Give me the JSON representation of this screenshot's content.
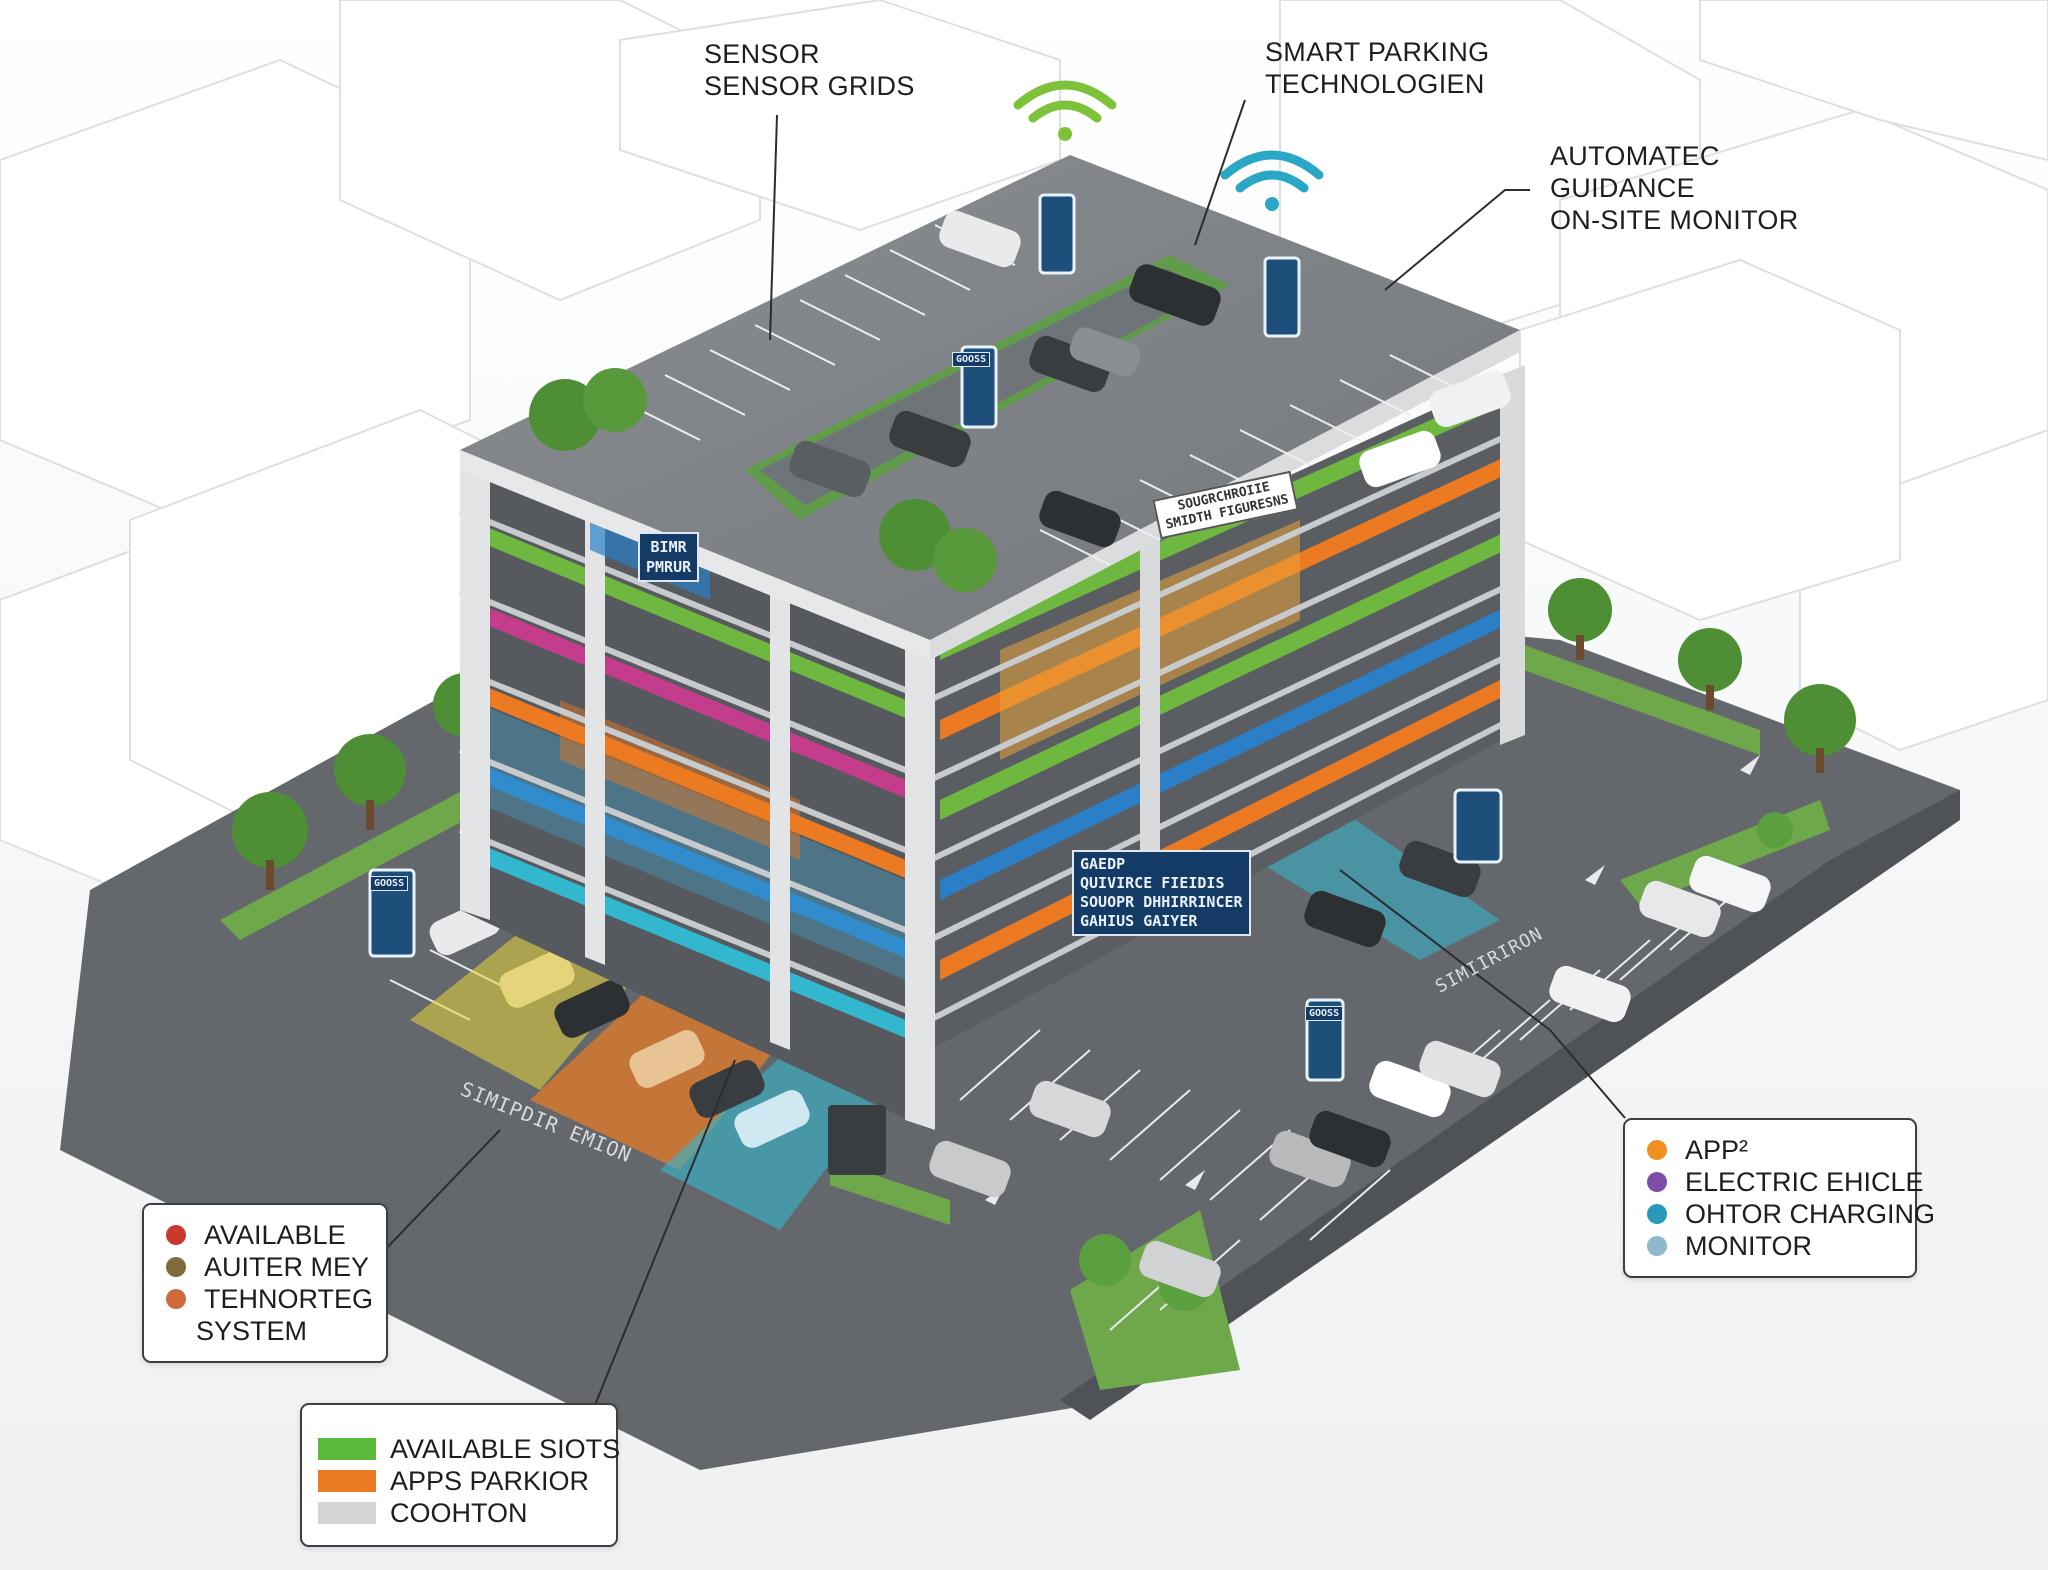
{
  "callouts": {
    "sensor": [
      "SENSOR",
      "SENSOR GRIDS"
    ],
    "smart": [
      "SMART PARKING",
      "TECHNOLOGIEN"
    ],
    "automatec": [
      "AUTOMATEC",
      "GUIDANCE",
      "ON-SITE MONITOR"
    ]
  },
  "legend_left": {
    "items": [
      {
        "label": "AVAILABLE",
        "color": "#c8382c"
      },
      {
        "label": "AUITER MEY",
        "color": "#7f6a3c"
      },
      {
        "label": "TEHNORTEG",
        "color": "#d06a3a"
      },
      {
        "label": "SYSTEM",
        "color": ""
      }
    ]
  },
  "legend_bottom": {
    "items": [
      {
        "label": "AVAILABLE SIOTS",
        "color": "#5cb83a"
      },
      {
        "label": "APPS PARKIOR",
        "color": "#ec7a22"
      },
      {
        "label": "COOHTON",
        "color": "#d4d4d4"
      }
    ]
  },
  "legend_right": {
    "items": [
      {
        "label": "APP²",
        "color": "#f0901e"
      },
      {
        "label": "ELECTRIC EHICLE",
        "color": "#7b4ea8"
      },
      {
        "label": "OHTOR CHARGING",
        "color": "#2a98b8"
      },
      {
        "label": "MONITOR",
        "color": "#8fb8cc"
      }
    ]
  },
  "signs": {
    "facade": [
      "BIMR",
      "PMRUR"
    ],
    "roof_panel": [
      "SOUGRCHROIIE",
      "SMIDTH FIGURESNS"
    ],
    "center": [
      "GAEDP",
      "QUIVIRCE FIEIDIS",
      "SOUOPR DHHIRRINCER",
      "GAHIUS GAIYER"
    ],
    "kiosk_roof": "GOOSS",
    "kiosk_left": "GOOSS",
    "kiosk_lot": "GOOSS"
  },
  "ground": {
    "left": "SIMIPDIR EMION",
    "right": "SIMIIRIRON"
  },
  "colors": {
    "green": "#5cb83a",
    "orange": "#ec7a22",
    "blue": "#2a7fc6",
    "teal": "#33b7cf",
    "magenta": "#c43c8c",
    "yellow": "#e6d33a"
  }
}
